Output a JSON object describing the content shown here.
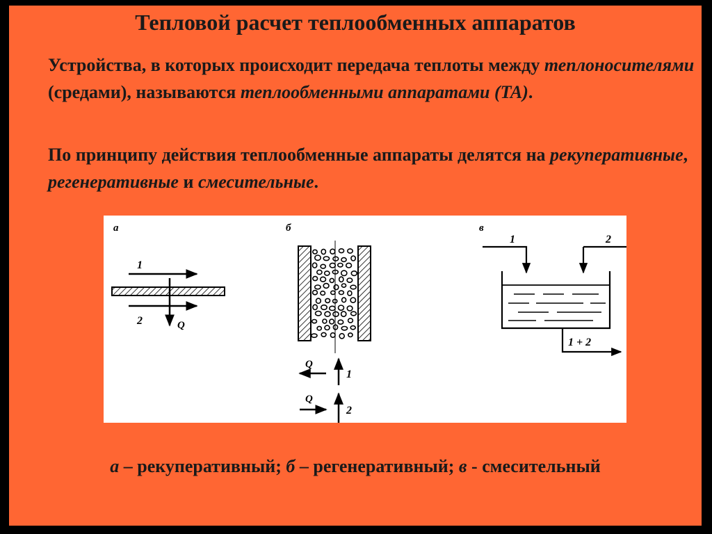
{
  "title": "Тепловой расчет теплообменных аппаратов",
  "para1": {
    "t1": "Устройства, в которых происходит передача теплоты между ",
    "t2": "теплоносителями",
    "t3": " (средами), называются ",
    "t4": "теплообменными аппаратами (ТА)",
    "t5": "."
  },
  "para2": {
    "t1": "По принципу действия теплообменные аппараты делятся на ",
    "t2": "рекуперативные",
    "t3": ", ",
    "t4": "регенеративные",
    "t5": " и ",
    "t6": "смесительные",
    "t7": "."
  },
  "figure": {
    "a": {
      "label": "а",
      "flow1": "1",
      "flow2": "2",
      "heat": "Q"
    },
    "b": {
      "label": "б",
      "flow1": "1",
      "flow2": "2",
      "heat1": "Q",
      "heat2": "Q"
    },
    "v": {
      "label": "в",
      "inlet1": "1",
      "inlet2": "2",
      "outlet": "1 + 2"
    }
  },
  "caption": {
    "a": "а",
    "a_text": " – рекуперативный; ",
    "b": "б",
    "b_text": " – регенеративный; ",
    "v": "в",
    "v_text": " - смесительный"
  }
}
